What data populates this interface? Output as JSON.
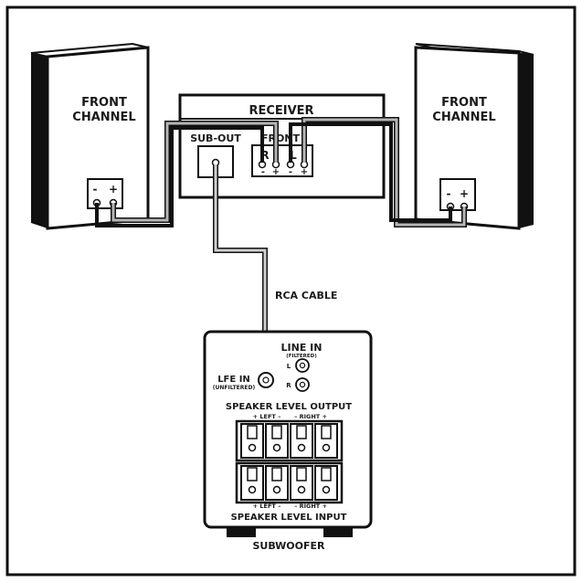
{
  "receiver": {
    "title": "RECEIVER",
    "sub_out_label": "SUB-OUT",
    "front_label": "FRONT",
    "right_channel": "R",
    "left_channel": "L",
    "minus": "-",
    "plus": "+"
  },
  "speakers": {
    "left": {
      "line1": "FRONT",
      "line2": "CHANNEL",
      "minus": "-",
      "plus": "+"
    },
    "right": {
      "line1": "FRONT",
      "line2": "CHANNEL",
      "minus": "-",
      "plus": "+"
    }
  },
  "cable_label": "RCA CABLE",
  "subwoofer": {
    "line_in": "LINE IN",
    "line_in_sub": "(FILTERED)",
    "line_in_l": "L",
    "line_in_r": "R",
    "lfe_in": "LFE IN",
    "lfe_in_sub": "(UNFILTERED)",
    "speaker_level_output": "SPEAKER LEVEL OUTPUT",
    "output_left": "+ LEFT –",
    "output_right": "– RIGHT +",
    "input_left": "+ LEFT –",
    "input_right": "– RIGHT +",
    "speaker_level_input": "SPEAKER LEVEL INPUT",
    "name": "SUBWOOFER"
  }
}
